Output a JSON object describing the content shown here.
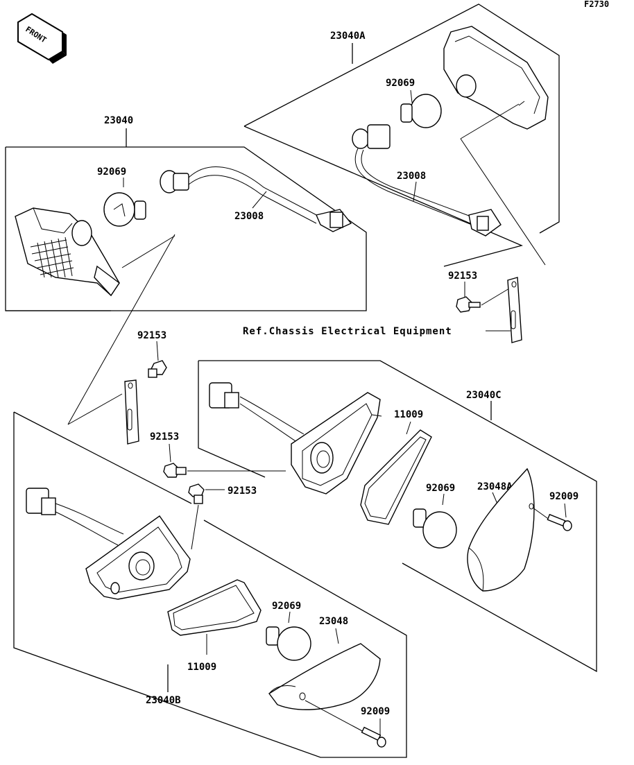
{
  "figure_id": "F2730",
  "front_label": "FRONT",
  "reference_note": "Ref.Chassis Electrical Equipment",
  "callouts": {
    "assy_23040": "23040",
    "assy_23040a": "23040A",
    "assy_23040b": "23040B",
    "assy_23040c": "23040C",
    "bulb_a": "92069",
    "bulb_b": "92069",
    "bulb_c": "92069",
    "bulb_d": "92069",
    "socket_a": "23008",
    "socket_b": "23008",
    "bolt_a": "92153",
    "bolt_b": "92153",
    "bolt_c": "92153",
    "bolt_d": "92153",
    "gasket_a": "11009",
    "gasket_b": "11009",
    "lens_a": "23048A",
    "lens_b": "23048",
    "screw_a": "92009",
    "screw_b": "92009"
  }
}
